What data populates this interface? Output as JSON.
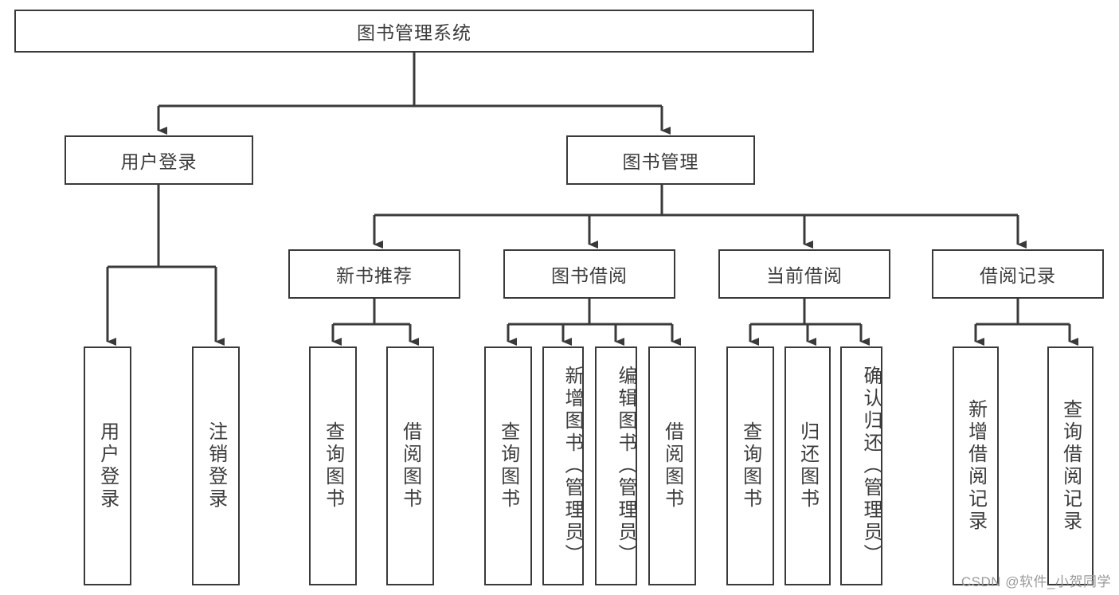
{
  "diagram": {
    "title": "图书管理系统",
    "watermark": "CSDN @软件_小贺同学",
    "line_color": "#3a3a3a",
    "box_fill": "#ffffff",
    "text_color": "#3c3c3c",
    "levels": {
      "level1": [
        "图书管理系统"
      ],
      "level2": [
        "用户登录",
        "图书管理"
      ],
      "level3": [
        "新书推荐",
        "图书借阅",
        "当前借阅",
        "借阅记录"
      ],
      "level4": [
        "用户登录",
        "注销登录",
        "查询图书",
        "借阅图书",
        "查询图书",
        "新增图书（管理员）",
        "编辑图书（管理员）",
        "借阅图书",
        "查询图书",
        "归还图书",
        "确认归还（管理员）",
        "新增借阅记录",
        "查询借阅记录"
      ]
    },
    "nodes": {
      "root": "图书管理系统",
      "user_login": "用户登录",
      "book_manage": "图书管理",
      "new_book_rec": "新书推荐",
      "book_borrow": "图书借阅",
      "current_borrow": "当前借阅",
      "borrow_record": "借阅记录",
      "leaf_user_login": "用户登录",
      "leaf_logout": "注销登录",
      "leaf_query_book_1": "查询图书",
      "leaf_borrow_book_1": "借阅图书",
      "leaf_query_book_2": "查询图书",
      "leaf_add_book": "新增图书（管理员）",
      "leaf_edit_book": "编辑图书（管理员）",
      "leaf_borrow_book_2": "借阅图书",
      "leaf_query_book_3": "查询图书",
      "leaf_return_book": "归还图书",
      "leaf_confirm_return": "确认归还（管理员）",
      "leaf_add_record": "新增借阅记录",
      "leaf_query_record": "查询借阅记录"
    }
  }
}
